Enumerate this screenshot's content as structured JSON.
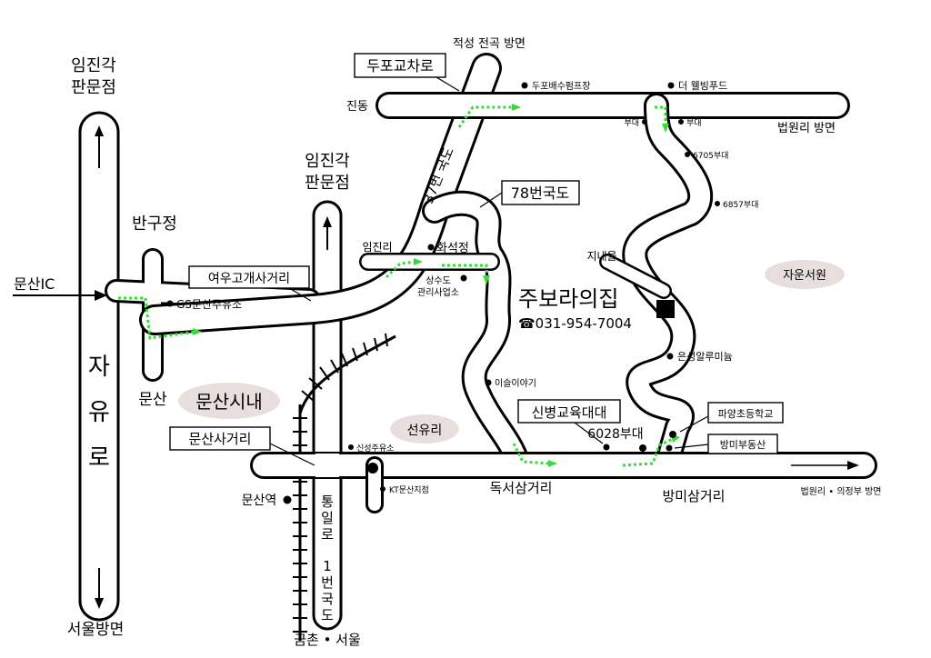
{
  "directions": {
    "imjingak_left": "임진각",
    "panmunjeom_left": "판문점",
    "imjingak_mid": "임진각",
    "panmunjeom_mid": "판문점",
    "seoul_direction": "서울방면",
    "jeokseong_direction": "적성 전곡 방면",
    "beobwon_direction_top": "법원리 방면",
    "beobwon_uijeongbu_direction": "법원리 • 의정부 방면",
    "geumchon_seoul": "금촌 • 서울"
  },
  "roads": {
    "jayuro_chars": [
      "자",
      "유",
      "로"
    ],
    "tongilro_chars": [
      "통",
      "일",
      "로"
    ],
    "route1_chars": [
      "1",
      "번",
      "국",
      "도"
    ],
    "route37": "37번 국도",
    "munsan_ic": "문산IC"
  },
  "callouts": {
    "dupo_intersection": "두포교차로",
    "route78": "78번국도",
    "yeougogae_intersection": "여우고개사거리",
    "munsan_intersection": "문산사거리",
    "sinbyeong_training": "신병교육대대"
  },
  "places": {
    "bangujeong": "반구정",
    "gs_gas": "GS문산주유소",
    "munsan": "문산",
    "munsan_downtown": "문산시내",
    "imjinri": "임진리",
    "hwaseokjeong": "화석정",
    "water_office_1": "상수도",
    "water_office_2": "관리사업소",
    "jindong": "진동",
    "dupo_pump": "두포배수펌프장",
    "the_welling_food": "더 웰빙푸드",
    "unit_left": "부대",
    "unit_right": "부대",
    "unit_6705": "6705부대",
    "unit_6857": "6857부대",
    "jinaeul": "지내울",
    "jaunseowon": "자운서원",
    "iseul_story": "이슬이야기",
    "eunseong_alumi": "은성알루미늄",
    "seonyuri": "선유리",
    "sinseong_gas": "신성주유소",
    "kt_branch": "KT문산지점",
    "unit_6028": "6028부대",
    "pyayang_school": "파양초등학교",
    "bangmi_realty": "방미부동산",
    "munsan_station": "문산역",
    "dokseo_intersection": "독서삼거리",
    "bangmi_intersection": "방미삼거리"
  },
  "destination": {
    "name": "주보라의집",
    "phone": "☎031-954-7004"
  }
}
